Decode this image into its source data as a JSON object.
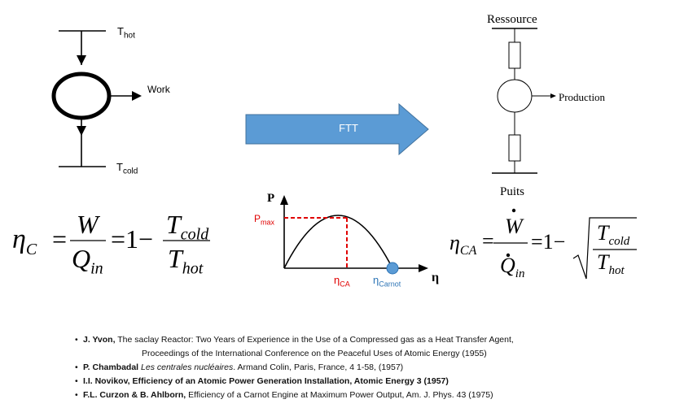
{
  "left_engine": {
    "t_hot": "T",
    "t_hot_sub": "hot",
    "work": "Work",
    "t_cold": "T",
    "t_cold_sub": "cold"
  },
  "arrow": {
    "label": "FTT",
    "color": "#5b9bd5"
  },
  "right_circuit": {
    "top_label": "Ressource",
    "right_label": "Production",
    "bottom_label": "Puits"
  },
  "formula_left": {
    "eta": "η",
    "eta_sub": "C",
    "eq": "=",
    "num": "W",
    "den": "Q",
    "den_sub": "in",
    "rhs_one": "=1−",
    "t_num": "T",
    "t_num_sub": "cold",
    "t_den": "T",
    "t_den_sub": "hot"
  },
  "formula_right": {
    "eta": "η",
    "eta_sub": "CA",
    "eq": "=",
    "num": "W",
    "den": "Q",
    "den_sub": "in",
    "rhs_one": "=1−",
    "t_num": "T",
    "t_num_sub": "cold",
    "t_den": "T",
    "t_den_sub": "hot"
  },
  "graph": {
    "y_axis": "P",
    "x_axis": "η",
    "pmax": "P",
    "pmax_sub": "max",
    "eta_ca": "η",
    "eta_ca_sub": "CA",
    "eta_carnot": "η",
    "eta_carnot_sub": "Carnot",
    "highlight_color": "#e00000",
    "point_color": "#2e75b6"
  },
  "references": [
    {
      "bold": "J. Yvon,",
      "text": " The saclay Reactor: Two Years of Experience in the Use of a Compressed gas as a Heat Transfer Agent,"
    },
    {
      "bold": "",
      "text": "Proceedings of the International Conference on the Peaceful Uses of Atomic Energy (1955)"
    },
    {
      "bold": "P. Chambadal",
      "italic": "Les centrales nucléaires",
      "text": ". Armand Colin, Paris, France, 4 1-58, (1957)"
    },
    {
      "bold": "I.I. Novikov, Efficiency of an Atomic Power Generation Installation, Atomic Energy 3 (1957)",
      "text": ""
    },
    {
      "bold": "F.L. Curzon & B. Ahlborn,",
      "text": " Efficiency of a Carnot Engine at Maximum Power Output,  Am. J. Phys. 43 (1975)"
    }
  ]
}
